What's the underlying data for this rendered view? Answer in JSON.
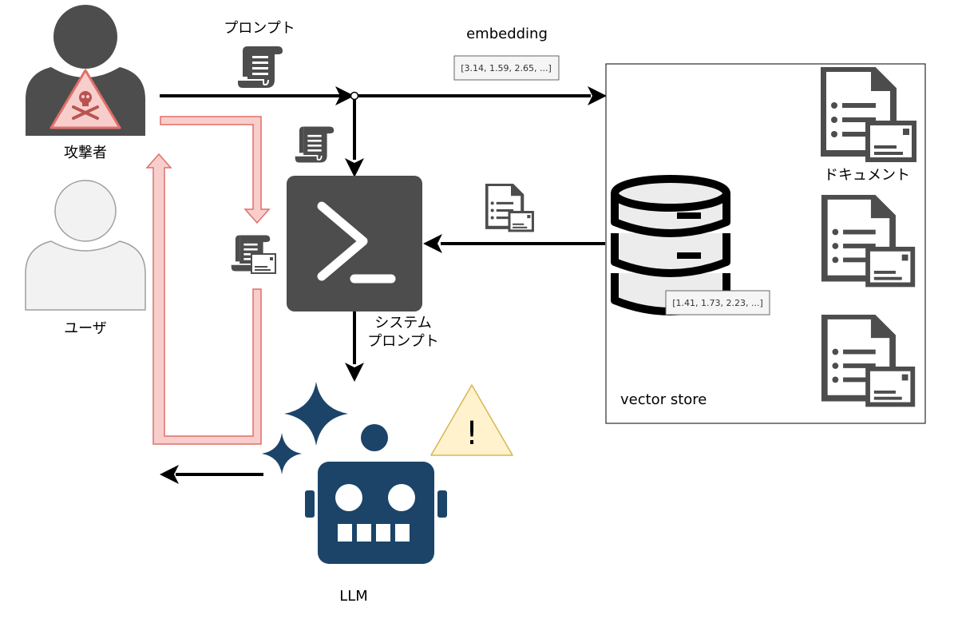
{
  "labels": {
    "attacker": "攻撃者",
    "user": "ユーザ",
    "prompt": "プロンプト",
    "embedding": "embedding",
    "embedding_vector": "[3.14, 1.59, 2.65, ...]",
    "system_prompt_line1": "システム",
    "system_prompt_line2": "プロンプト",
    "documents": "ドキュメント",
    "vector_store": "vector store",
    "store_vector": "[1.41, 1.73, 2.23, ...]",
    "llm": "LLM",
    "warning_mark": "!"
  },
  "colors": {
    "dark_gray": "#4d4d4d",
    "light_gray": "#f2f2f2",
    "navy": "#1b4468",
    "pink_fill": "#f8cecc",
    "pink_stroke": "#e06f6a",
    "skull_red": "#b85450",
    "warning_fill": "#fff2cc",
    "warning_stroke": "#d6b656"
  },
  "icons": [
    "attacker-icon",
    "user-icon",
    "scroll-icon",
    "terminal-icon",
    "document-icon",
    "database-icon",
    "robot-icon",
    "sparkle-icon",
    "warning-icon"
  ]
}
